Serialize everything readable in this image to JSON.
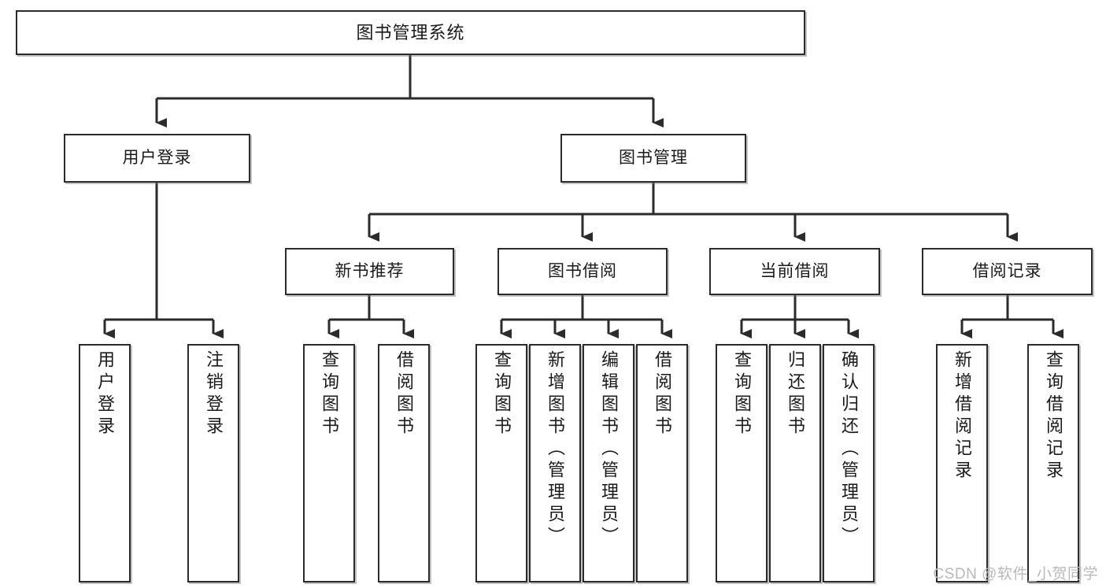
{
  "diagram": {
    "title": "图书管理系统",
    "type": "hierarchy-tree",
    "watermark": "CSDN @软件_小贺同学",
    "colors": {
      "box_border": "#2b2b2b",
      "box_fill": "#ffffff",
      "connector": "#2b2b2b",
      "text": "#1a1a1a",
      "watermark": "#b9b9b9",
      "background": "#ffffff"
    }
  },
  "nodes": {
    "root": {
      "label": "图书管理系统"
    },
    "level2": [
      {
        "id": "user-login",
        "label": "用户登录"
      },
      {
        "id": "book-manage",
        "label": "图书管理"
      }
    ],
    "level3": [
      {
        "id": "new-book-recommend",
        "label": "新书推荐"
      },
      {
        "id": "book-borrow",
        "label": "图书借阅"
      },
      {
        "id": "current-borrow",
        "label": "当前借阅"
      },
      {
        "id": "borrow-record",
        "label": "借阅记录"
      }
    ],
    "leaves": [
      {
        "id": "leaf-user-login",
        "label": "用户登录",
        "parent": "user-login"
      },
      {
        "id": "leaf-user-logout",
        "label": "注销登录",
        "parent": "user-login"
      },
      {
        "id": "leaf-query-book-1",
        "label": "查询图书",
        "parent": "new-book-recommend"
      },
      {
        "id": "leaf-borrow-book-1",
        "label": "借阅图书",
        "parent": "new-book-recommend"
      },
      {
        "id": "leaf-query-book-2",
        "label": "查询图书",
        "parent": "book-borrow"
      },
      {
        "id": "leaf-add-book",
        "label": "新增图书（管理员）",
        "parent": "book-borrow"
      },
      {
        "id": "leaf-edit-book",
        "label": "编辑图书（管理员）",
        "parent": "book-borrow"
      },
      {
        "id": "leaf-borrow-book-2",
        "label": "借阅图书",
        "parent": "book-borrow"
      },
      {
        "id": "leaf-query-book-3",
        "label": "查询图书",
        "parent": "current-borrow"
      },
      {
        "id": "leaf-return-book",
        "label": "归还图书",
        "parent": "current-borrow"
      },
      {
        "id": "leaf-confirm-return",
        "label": "确认归还（管理员）",
        "parent": "current-borrow"
      },
      {
        "id": "leaf-add-borrow-record",
        "label": "新增借阅记录",
        "parent": "borrow-record"
      },
      {
        "id": "leaf-query-borrow-record",
        "label": "查询借阅记录",
        "parent": "borrow-record"
      }
    ]
  }
}
